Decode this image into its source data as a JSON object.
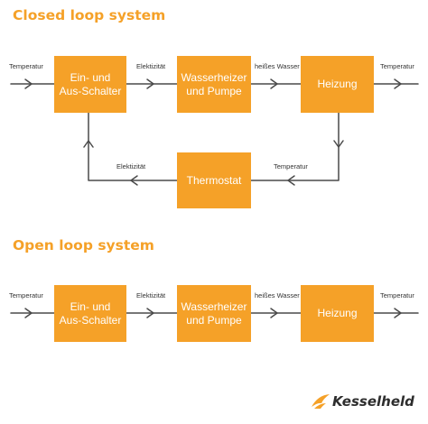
{
  "closed": {
    "title": "Closed loop system",
    "box1": "Ein- und\nAus-Schalter",
    "box2": "Wasserheizer\nund Pumpe",
    "box3": "Heizung",
    "box4": "Thermostat",
    "label_in": "Temperatur",
    "label_e1": "Elektizität",
    "label_w": "heißes Wasser",
    "label_out": "Temperatur",
    "label_fb_temp": "Temperatur",
    "label_fb_elec": "Elektizität"
  },
  "open": {
    "title": "Open loop system",
    "box1": "Ein- und\nAus-Schalter",
    "box2": "Wasserheizer\nund Pumpe",
    "box3": "Heizung",
    "label_in": "Temperatur",
    "label_e1": "Elektizität",
    "label_w": "heißes Wasser",
    "label_out": "Temperatur"
  },
  "logo": {
    "text": "Kesselheld"
  },
  "colors": {
    "box": "#f5a128",
    "line": "#4a4a4a",
    "title": "#f5a128"
  }
}
